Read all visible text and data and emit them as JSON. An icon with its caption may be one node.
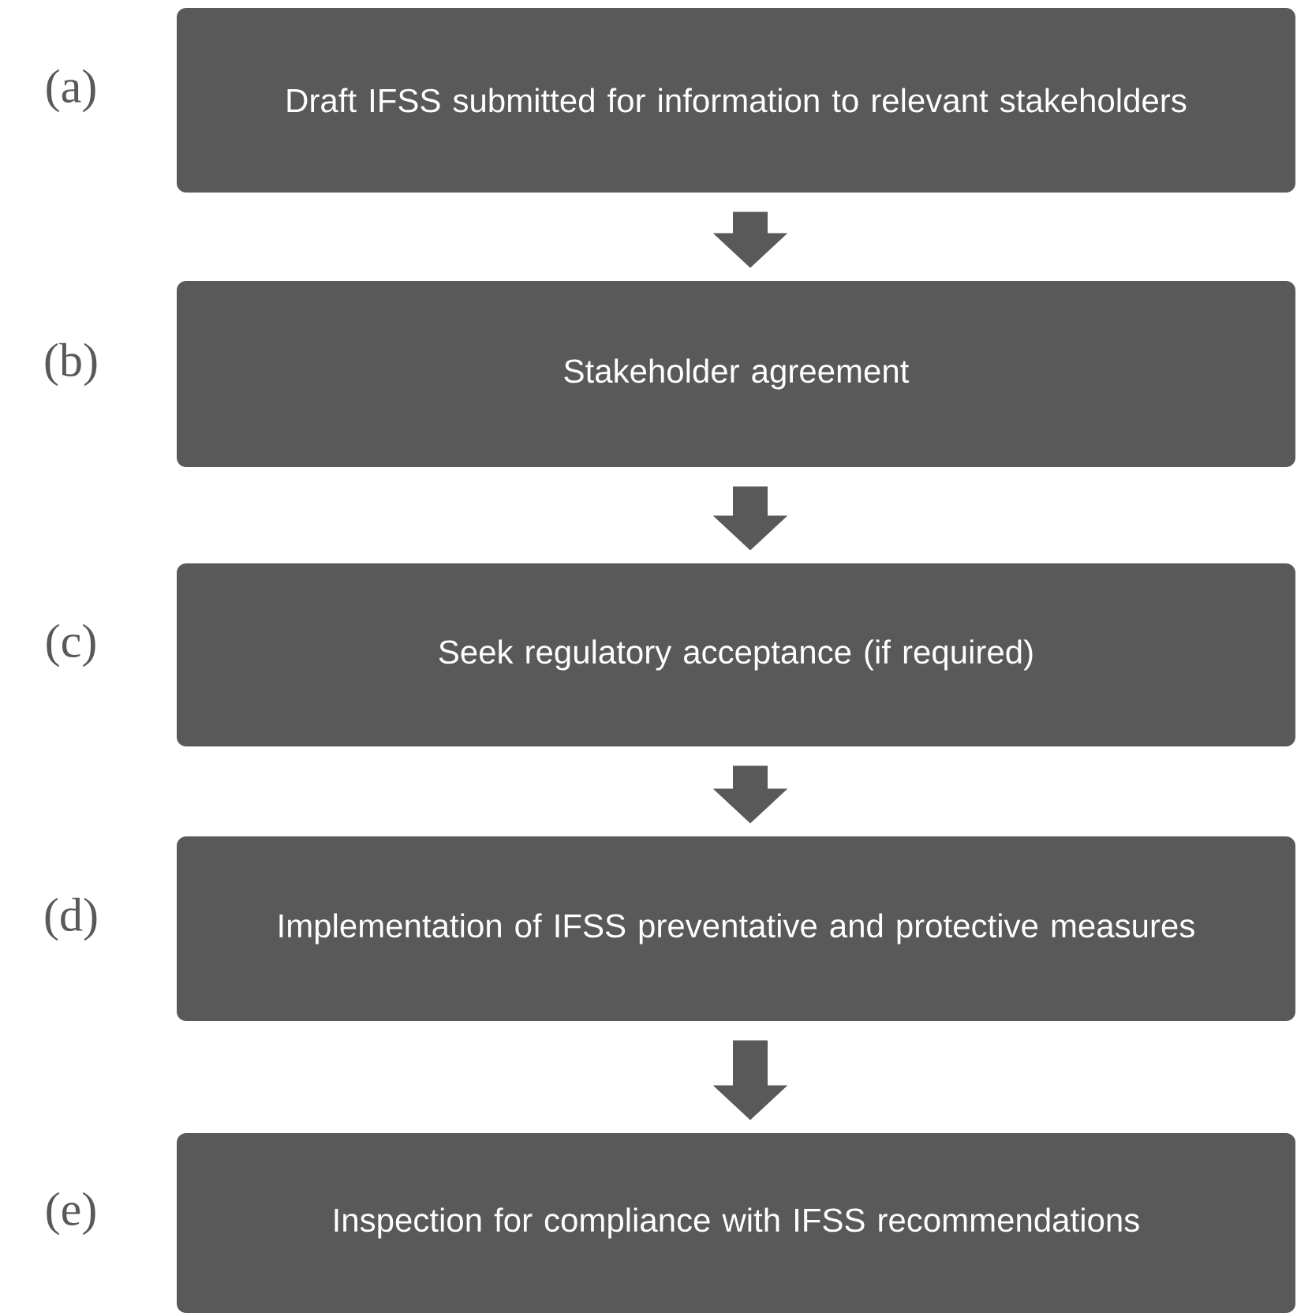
{
  "diagram": {
    "nodes": [
      {
        "text": [
          "Draft IFSS submitted for information to relevant stakeholders"
        ],
        "beside": [
          "(a)"
        ]
      },
      {
        "text": [
          "Stakeholder agreement"
        ],
        "beside": [
          "(b)"
        ]
      },
      {
        "text": [
          "Seek regulatory acceptance (if required)"
        ],
        "beside": [
          "(c)"
        ]
      },
      {
        "text": [
          "Implementation of IFSS preventative and protective measures"
        ],
        "beside": [
          "(d)"
        ]
      },
      {
        "text": [
          "Inspection for compliance with IFSS recommendations"
        ],
        "beside": [
          "(e)"
        ]
      }
    ],
    "edges": [
      {
        "from": 0,
        "to": 1,
        "arrow": "to"
      },
      {
        "from": 1,
        "to": 2,
        "arrow": "to"
      },
      {
        "from": 2,
        "to": 3,
        "arrow": "to"
      },
      {
        "from": 3,
        "to": 4,
        "arrow": "to"
      }
    ]
  }
}
